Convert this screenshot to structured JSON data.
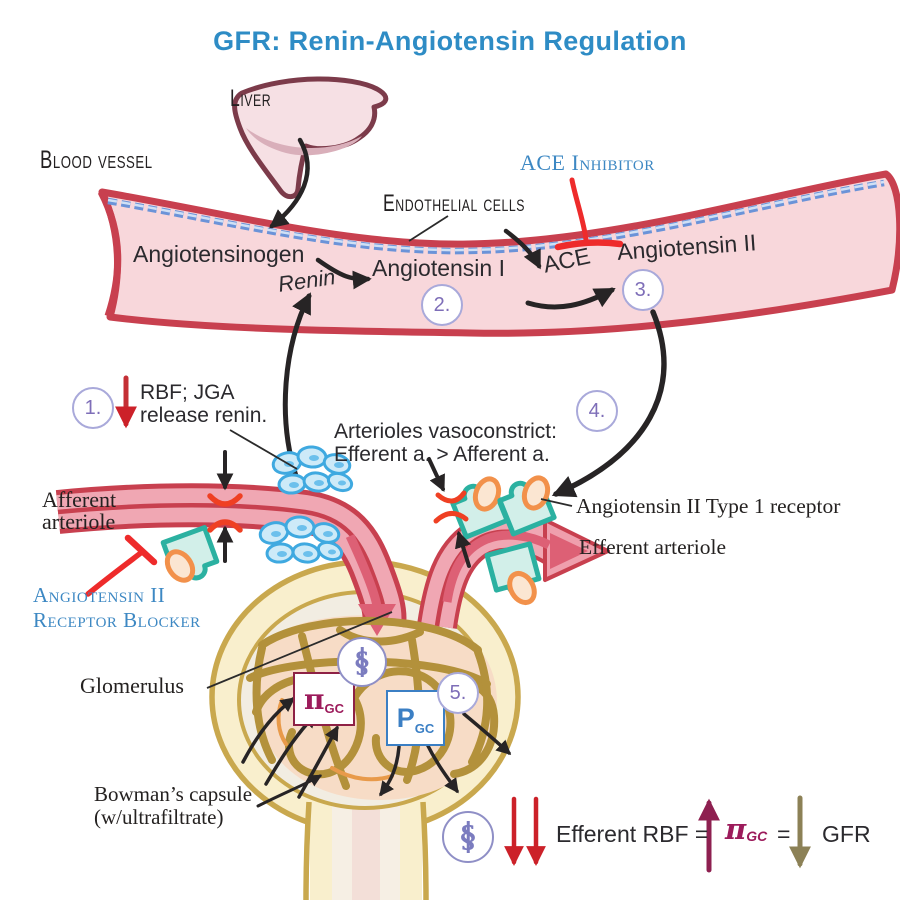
{
  "title": "GFR: Renin-Angiotensin Regulation",
  "organs": {
    "liver": "Liver",
    "blood_vessel": "Blood vessel",
    "endothelial_cells": "Endothelial cells",
    "afferent_line1": "Afferent",
    "afferent_line2": "arteriole",
    "efferent": "Efferent arteriole",
    "glomerulus": "Glomerulus",
    "bowmans_line1": "Bowman’s capsule",
    "bowmans_line2": "(w/ultrafiltrate)"
  },
  "molecules": {
    "angiotensinogen": "Angiotensinogen",
    "renin": "Renin",
    "angiotensin_i": "Angiotensin I",
    "ace": "ACE",
    "angiotensin_ii": "Angiotensin II",
    "at1_receptor": "Angiotensin II Type 1 receptor"
  },
  "drugs": {
    "ace_inhibitor": "ACE Inhibitor",
    "arb_line1": "Angiotensin II",
    "arb_line2": "Receptor Blocker"
  },
  "steps": {
    "n1": "1.",
    "n2": "2.",
    "n3": "3.",
    "n4": "4.",
    "n5": "5.",
    "step1_line1": "RBF; JGA",
    "step1_line2": "release renin.",
    "step4_line1": "Arterioles vasoconstrict:",
    "step4_line2": "Efferent a. > Afferent a."
  },
  "symbols": {
    "asclepius": "§",
    "pi": "π",
    "gc": "GC",
    "p": "P"
  },
  "legend": {
    "efferent_rbf": "Efferent RBF =",
    "equals": "=",
    "gfr": "GFR"
  },
  "colors": {
    "title_blue": "#2e8cc5",
    "drug_blue": "#3d88c3",
    "vessel_border": "#c8404f",
    "vessel_fill": "#f8d7db",
    "arteriole_pink": "#f0a7b3",
    "flow_pink": "#dd6075",
    "endothelium_blue": "#6b93d8",
    "jga_blue": "#3fa9e0",
    "receptor_teal": "#2bb1a1",
    "ligand_orange": "#f2914b",
    "capillary_gold": "#b3913b",
    "capsule_cream": "#f9efcd",
    "capsule_border": "#c9a84e",
    "step_purple": "#7e6eb8",
    "pi_maroon": "#9c1b5b",
    "p_blue": "#3b7fc4",
    "arrow_red": "#cc2129",
    "arrow_maroon": "#8e2050",
    "arrow_olive": "#8c8156",
    "inhibitor_red": "#ee2b2b"
  }
}
